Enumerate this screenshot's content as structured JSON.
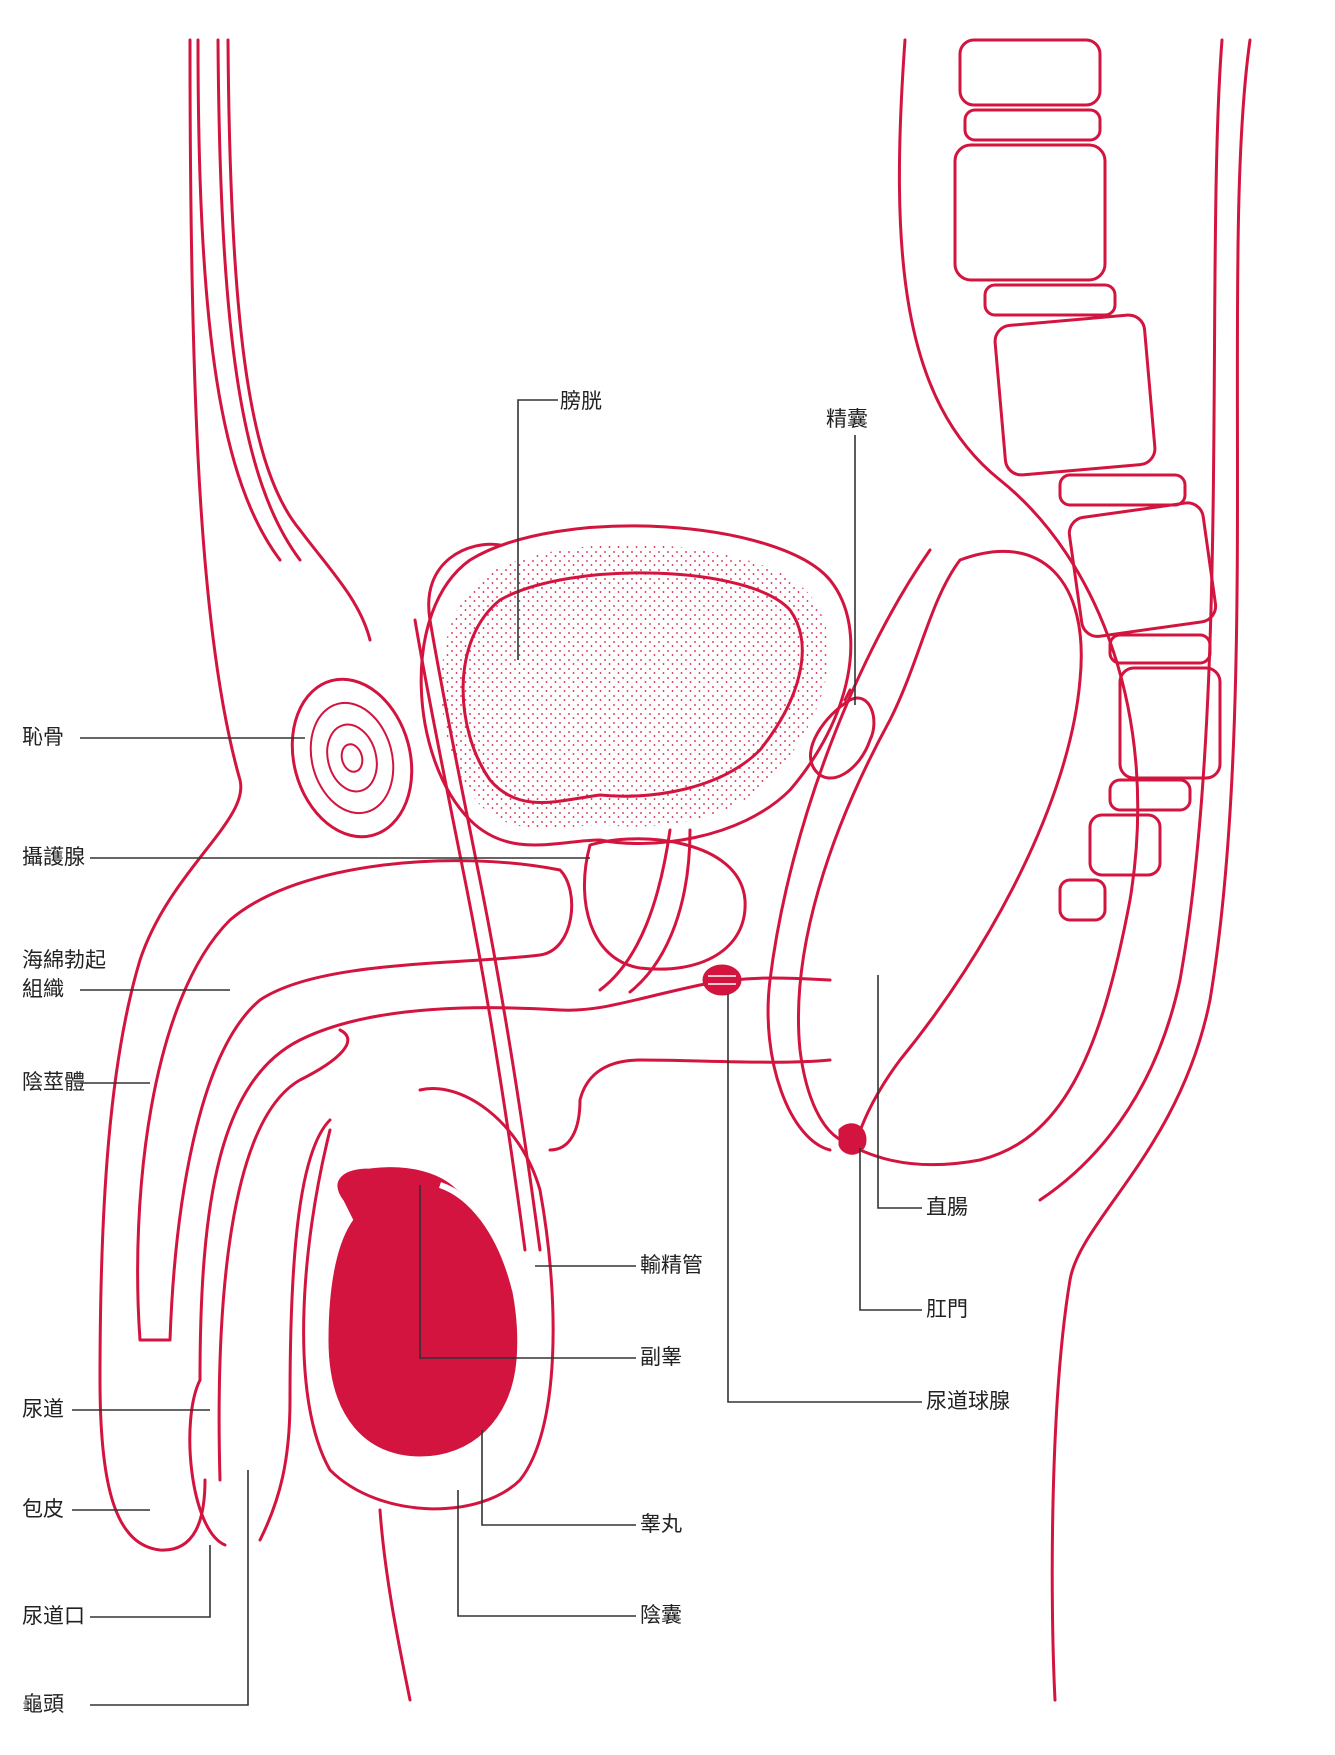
{
  "colors": {
    "anatomy": "#d2143f",
    "leader": "#333333",
    "text": "#222222",
    "background": "#ffffff"
  },
  "labels": {
    "bladder": "膀胱",
    "seminal_vesicle": "精囊",
    "pubic_bone": "恥骨",
    "prostate": "攝護腺",
    "erectile_tissue_1": "海綿勃起",
    "erectile_tissue_2": "組織",
    "corpus_spongiosum": "陰莖體",
    "vas_deferens": "輸精管",
    "epididymis": "副睾",
    "urethra": "尿道",
    "foreskin": "包皮",
    "urethral_opening": "尿道口",
    "glans": "龜頭",
    "testis": "睾丸",
    "scrotum": "陰囊",
    "rectum": "直腸",
    "anus": "肛門",
    "bulbourethral_gland": "尿道球腺"
  }
}
